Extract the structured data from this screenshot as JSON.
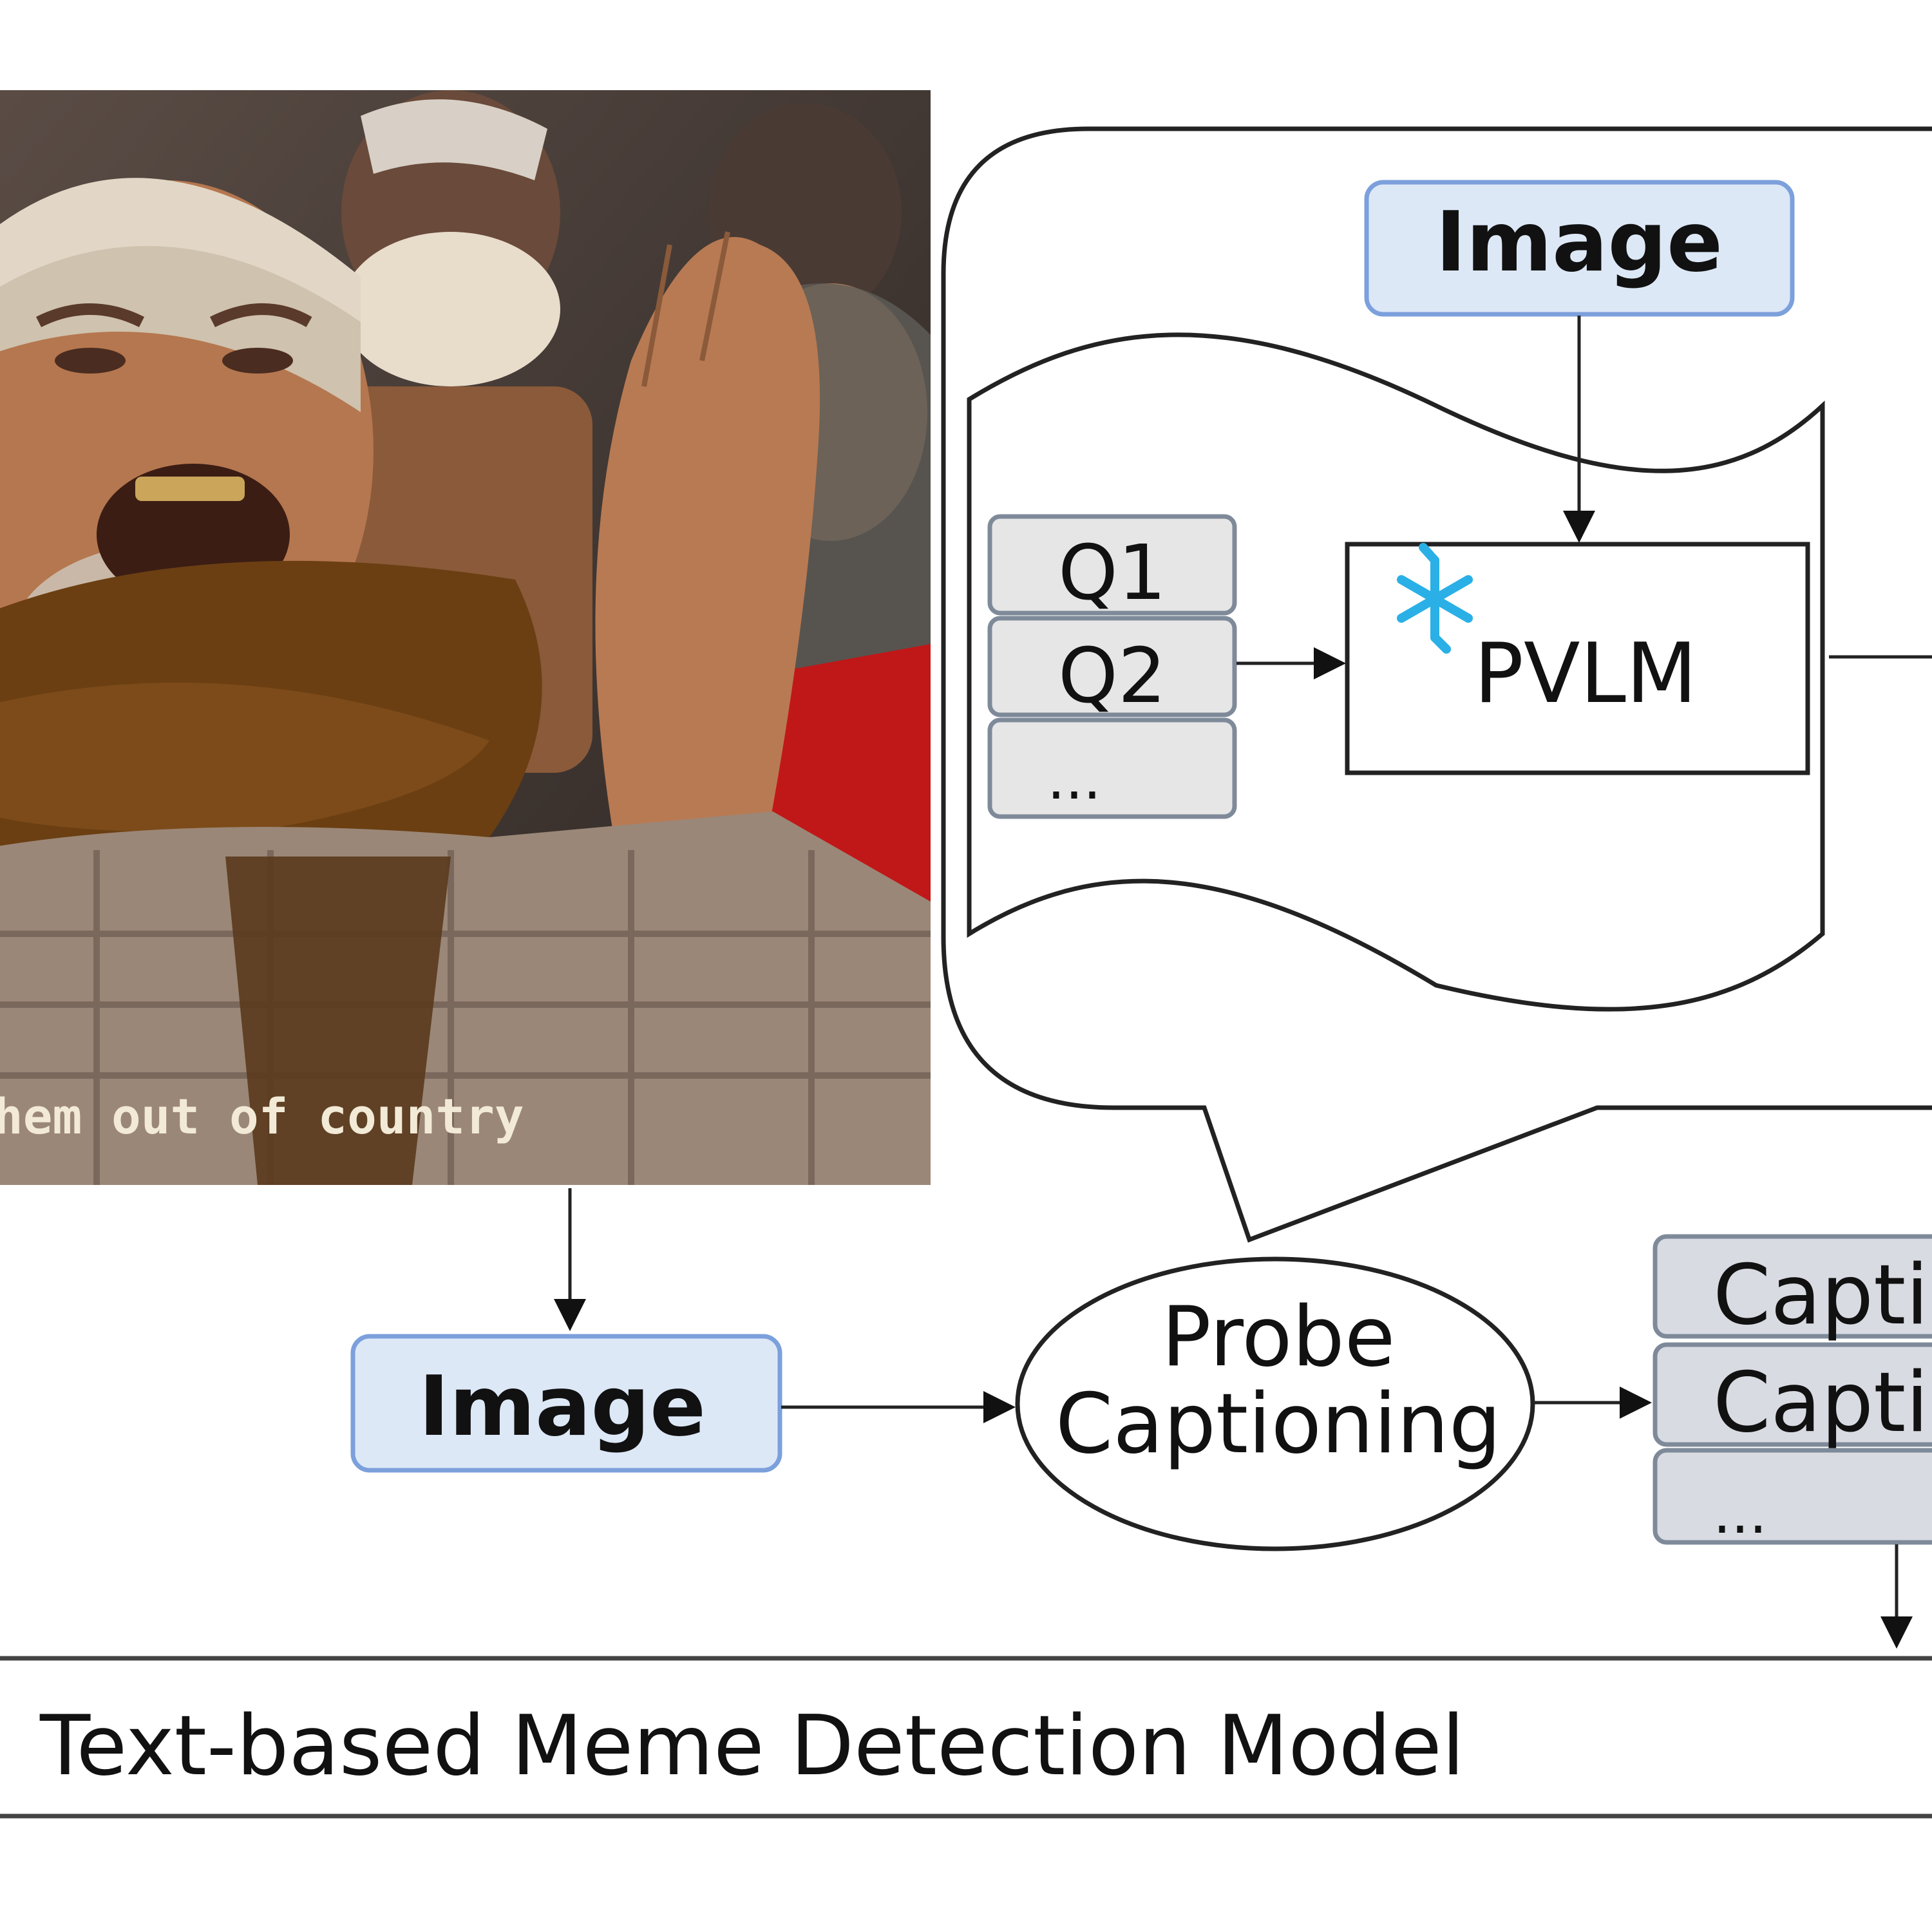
{
  "meme_photo": {
    "overlay_text": "hem out of country",
    "colors": {
      "scarf": "#6b3f12",
      "skin": "#b5774f",
      "background": "#3b3230",
      "red_jacket": "#c01818"
    }
  },
  "pvlm_callout": {
    "image_box": "Image",
    "model_box": "PVLM",
    "frozen_icon": "snowflake-icon",
    "questions": [
      "Q1",
      "Q2",
      "..."
    ]
  },
  "pipeline": {
    "image_box": "Image",
    "probe_captioning": [
      "Probe",
      "Captioning"
    ],
    "captions": [
      "Capti",
      "Capti",
      "..."
    ]
  },
  "detector": {
    "label": "Text-based Meme Detection Model"
  },
  "colors": {
    "image_box_fill": "#dde8f7",
    "image_box_stroke": "#7ca0dc",
    "question_fill": "#e6e6e6",
    "question_stroke": "#7e8a99",
    "caption_fill": "#d8dbe2",
    "snowflake": "#2ab0e6"
  }
}
